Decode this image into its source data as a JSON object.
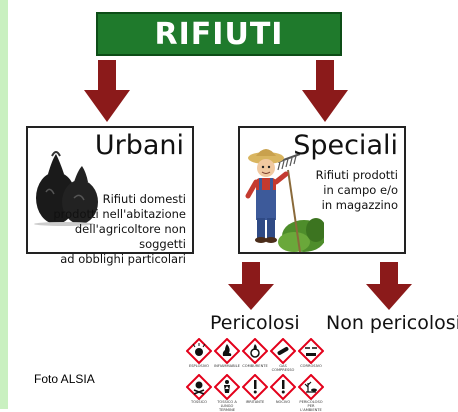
{
  "title": "RIFIUTI",
  "urbani": {
    "title": "Urbani",
    "description_lines": [
      "Rifiuti domesti",
      "prodotti nell'abitazione",
      "dell'agricoltore non soggetti",
      "ad obblighi particolari"
    ]
  },
  "speciali": {
    "title": "Speciali",
    "description_lines": [
      "Rifiuti prodotti",
      "in campo e/o",
      "in magazzino"
    ]
  },
  "categories": {
    "pericolosi": "Pericolosi",
    "non_pericolosi": "Non pericolosi"
  },
  "hazard_pictograms": [
    {
      "icon": "exploding-bomb-icon",
      "caption": "ESPLOSIVO"
    },
    {
      "icon": "flame-icon",
      "caption": "INFIAMMABILE"
    },
    {
      "icon": "flame-over-circle-icon",
      "caption": "COMBURENTE"
    },
    {
      "icon": "gas-cylinder-icon",
      "caption": "GAS COMPRESSO"
    },
    {
      "icon": "corrosion-icon",
      "caption": "CORROSIVO"
    },
    {
      "icon": "skull-crossbones-icon",
      "caption": "TOSSICO"
    },
    {
      "icon": "health-hazard-icon",
      "caption": "TOSSICO A LUNGO TERMINE"
    },
    {
      "icon": "exclamation-mark-icon",
      "caption": "IRRITANTE"
    },
    {
      "icon": "exclamation-mark-icon",
      "caption": "NOCIVO"
    },
    {
      "icon": "environment-icon",
      "caption": "PERICOLOSO PER L'AMBIENTE"
    }
  ],
  "photo_credit": "Foto ALSIA",
  "colors": {
    "title_green": "#1f7a2c",
    "arrow_red": "#8b1a1a",
    "hazard_red": "#e3001b",
    "sidebar_green": "#c9f0c0"
  }
}
